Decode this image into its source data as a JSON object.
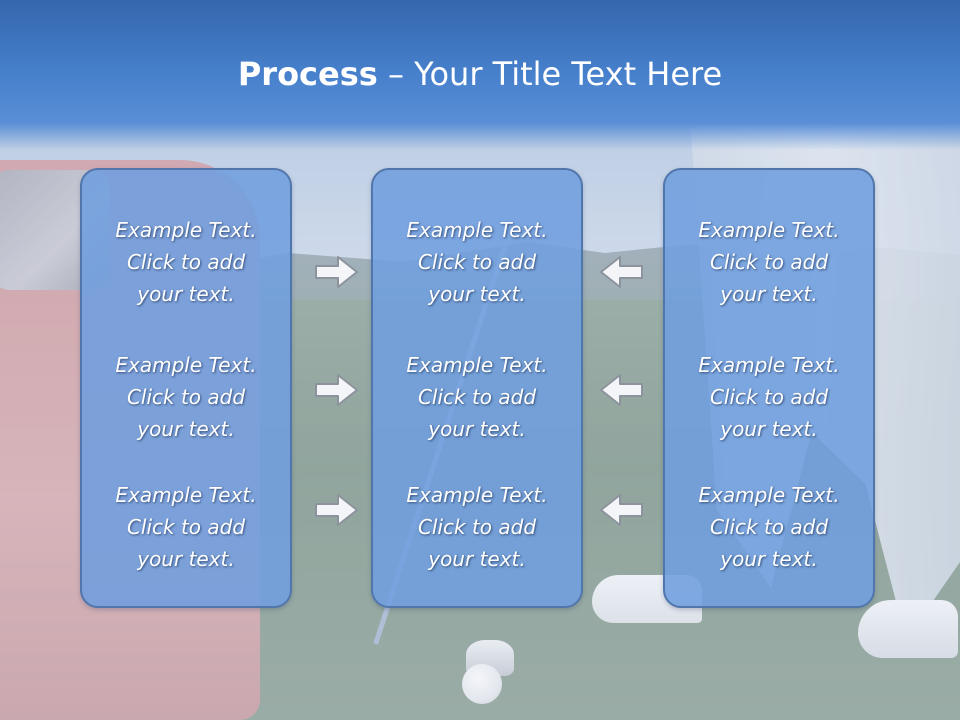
{
  "slide": {
    "title_strong": "Process",
    "title_separator": " – ",
    "title_rest": "Your Title Text Here"
  },
  "columns": [
    {
      "items": [
        {
          "line1": "Example Text.",
          "line2": "Click  to add",
          "line3": "your text."
        },
        {
          "line1": "Example Text.",
          "line2": "Click  to add",
          "line3": "your text."
        },
        {
          "line1": "Example Text.",
          "line2": "Click  to add",
          "line3": "your text."
        }
      ]
    },
    {
      "items": [
        {
          "line1": "Example Text.",
          "line2": "Click  to add",
          "line3": "your text."
        },
        {
          "line1": "Example Text.",
          "line2": "Click  to add",
          "line3": "your text."
        },
        {
          "line1": "Example Text.",
          "line2": "Click  to add",
          "line3": "your text."
        }
      ]
    },
    {
      "items": [
        {
          "line1": "Example Text.",
          "line2": "Click  to add",
          "line3": "your text."
        },
        {
          "line1": "Example Text.",
          "line2": "Click  to add",
          "line3": "your text."
        },
        {
          "line1": "Example Text.",
          "line2": "Click  to add",
          "line3": "your text."
        }
      ]
    }
  ],
  "arrows": {
    "left_group": "arrow-right-icon",
    "right_group": "arrow-left-icon"
  },
  "colors": {
    "header": "#4780cc",
    "box_fill": "#6f9ede",
    "box_border": "#5176ab",
    "text": "#ffffff"
  }
}
